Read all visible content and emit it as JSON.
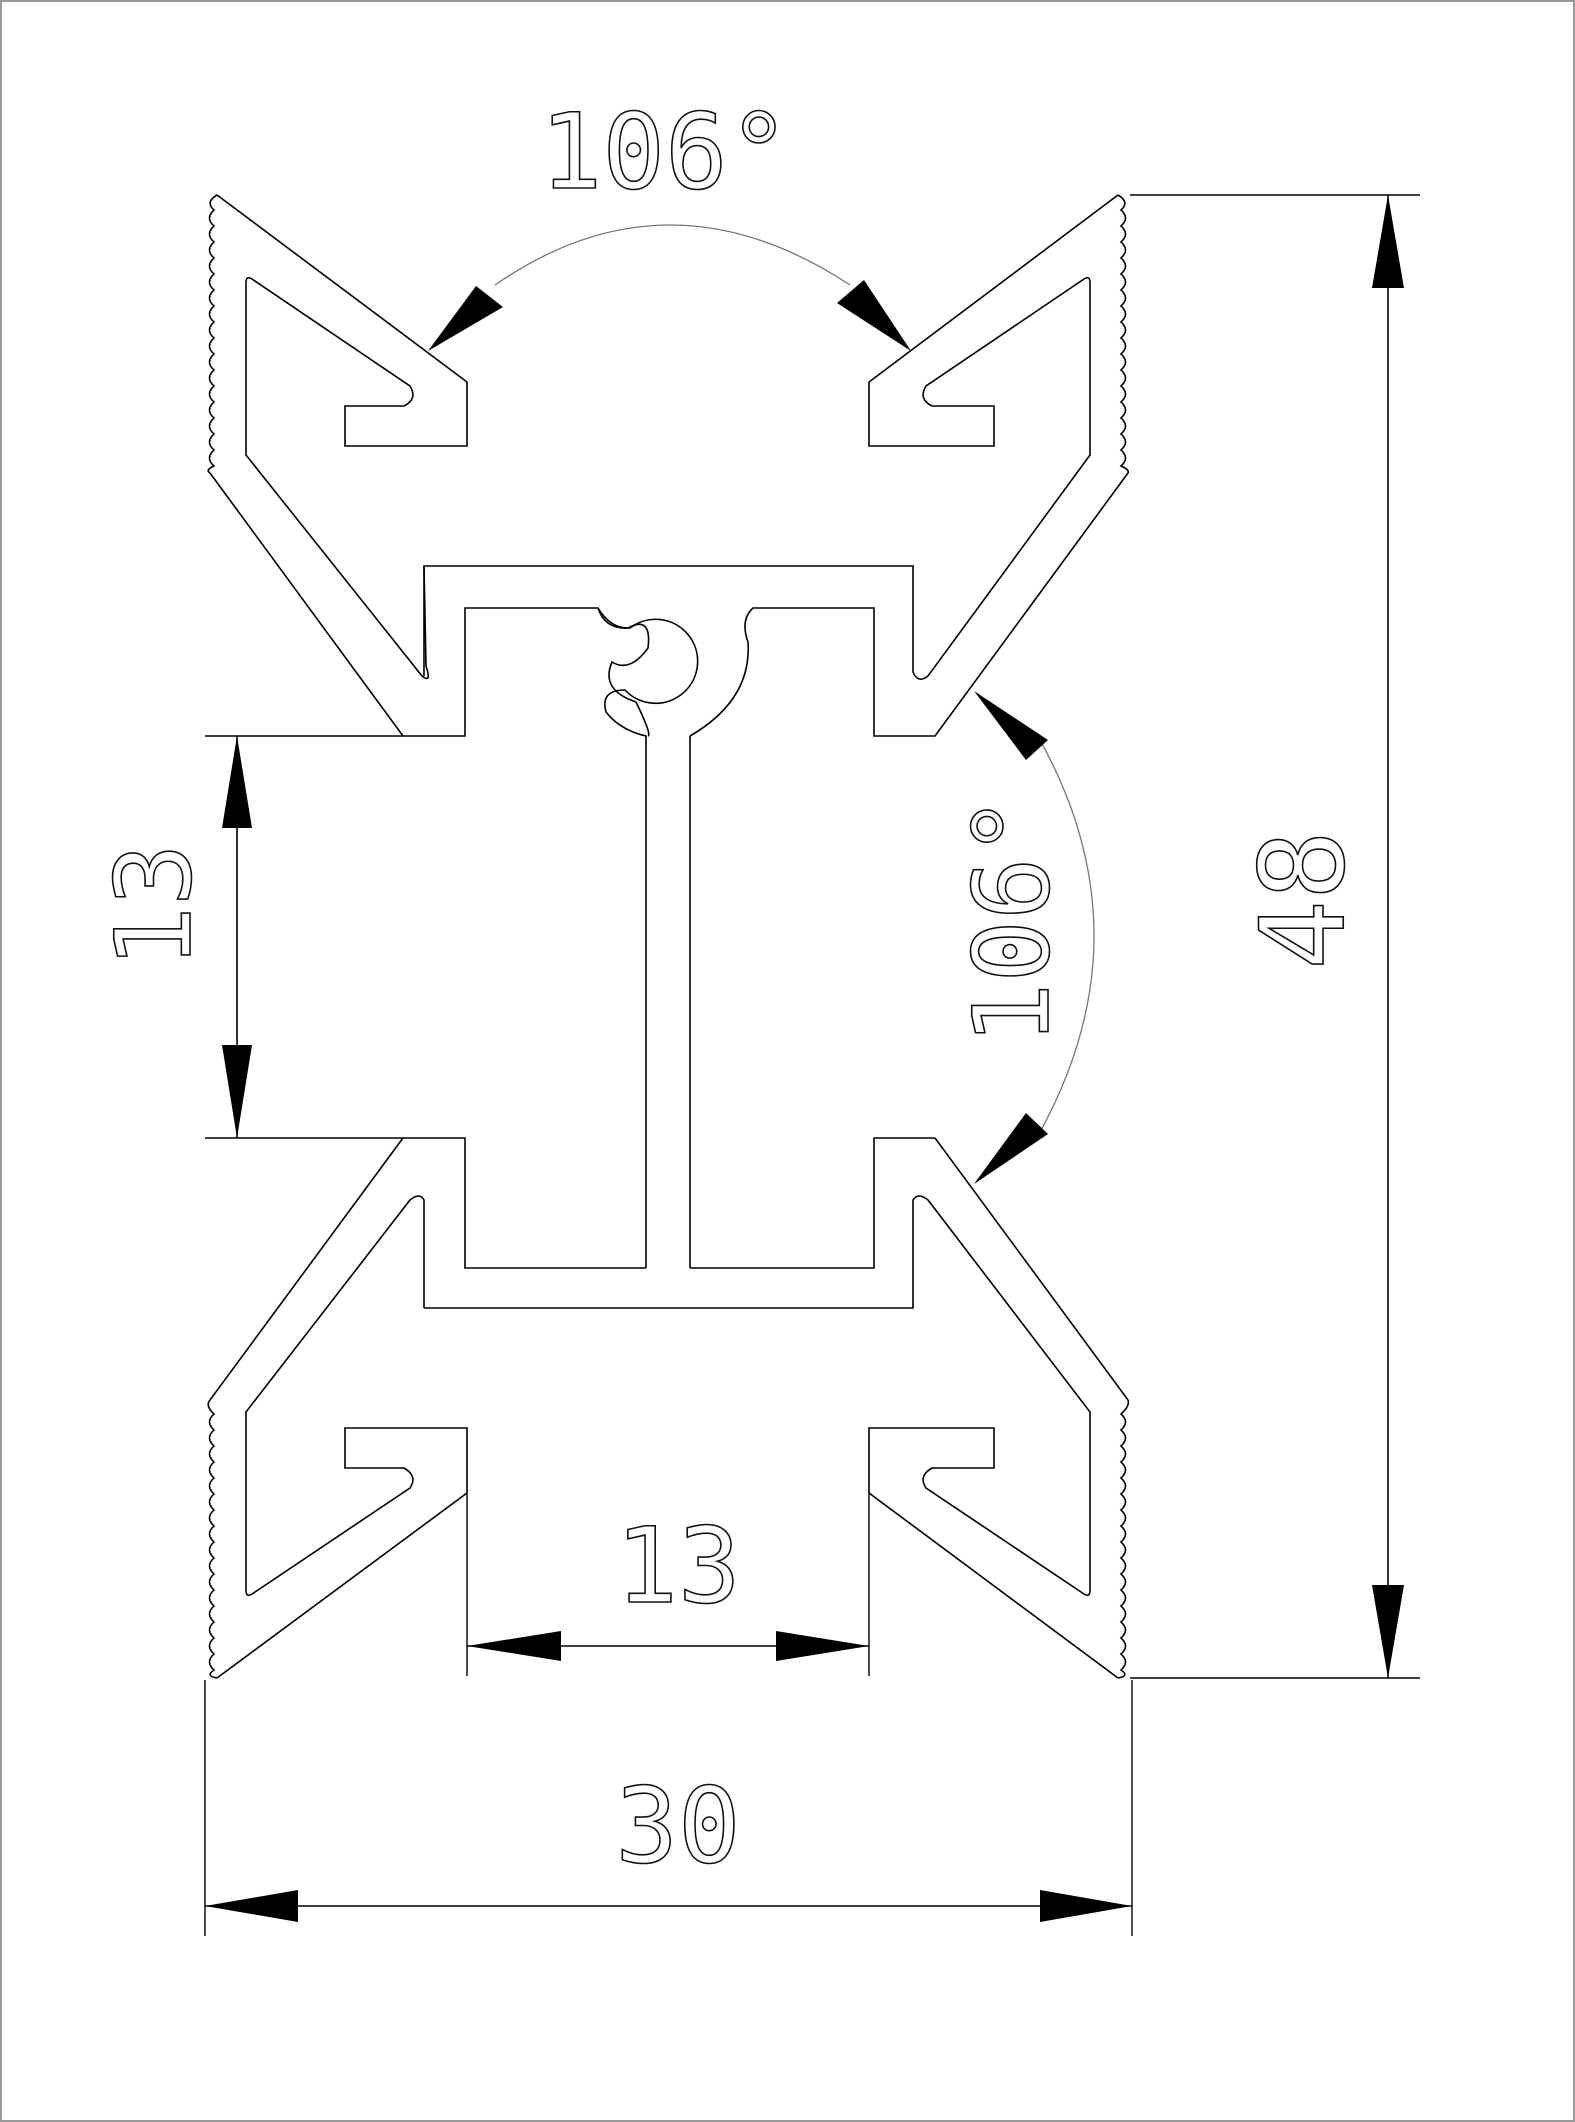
{
  "drawing": {
    "dimensions": {
      "top_angle": "106°",
      "right_angle": "106°",
      "slot_height": "13",
      "overall_height": "48",
      "bottom_slot_width": "13",
      "overall_width": "30"
    },
    "colors": {
      "line": "#000000",
      "arc": "#777777",
      "background": "#ffffff",
      "frame": "#999999"
    }
  }
}
